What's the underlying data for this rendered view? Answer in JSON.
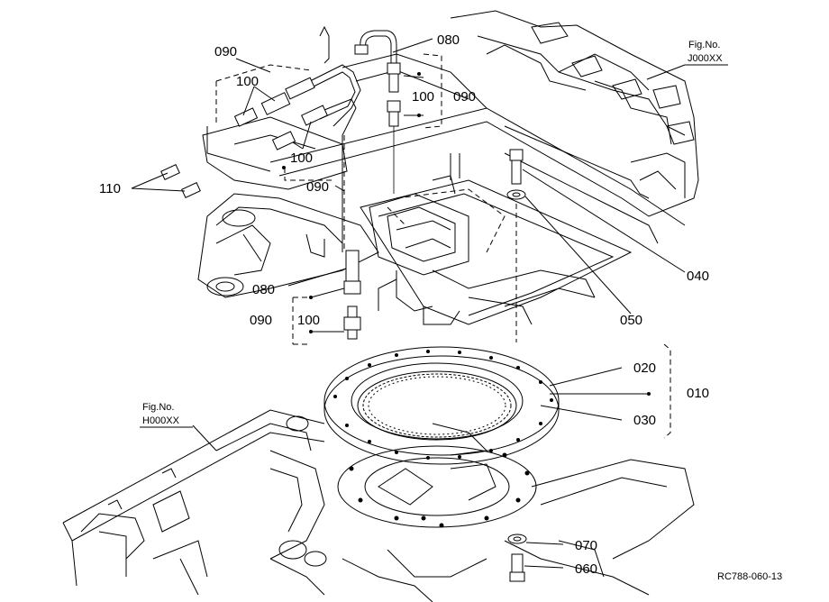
{
  "labels": {
    "p080_top": "080",
    "p090_left": "090",
    "p100_left": "100",
    "p110": "110",
    "p100_mid": "100",
    "p090_mid": "090",
    "p100_right": "100",
    "p090_right": "090",
    "p040": "040",
    "p050": "050",
    "p080_low": "080",
    "p090_low": "090",
    "p100_low": "100",
    "p020": "020",
    "p010": "010",
    "p030": "030",
    "p070": "070",
    "p060": "060"
  },
  "figure_refs": {
    "fig_top": {
      "title": "Fig.No.",
      "code": "J000XX"
    },
    "fig_left": {
      "title": "Fig.No.",
      "code": "H000XX"
    }
  },
  "drawing_code": "RC788-060-13"
}
